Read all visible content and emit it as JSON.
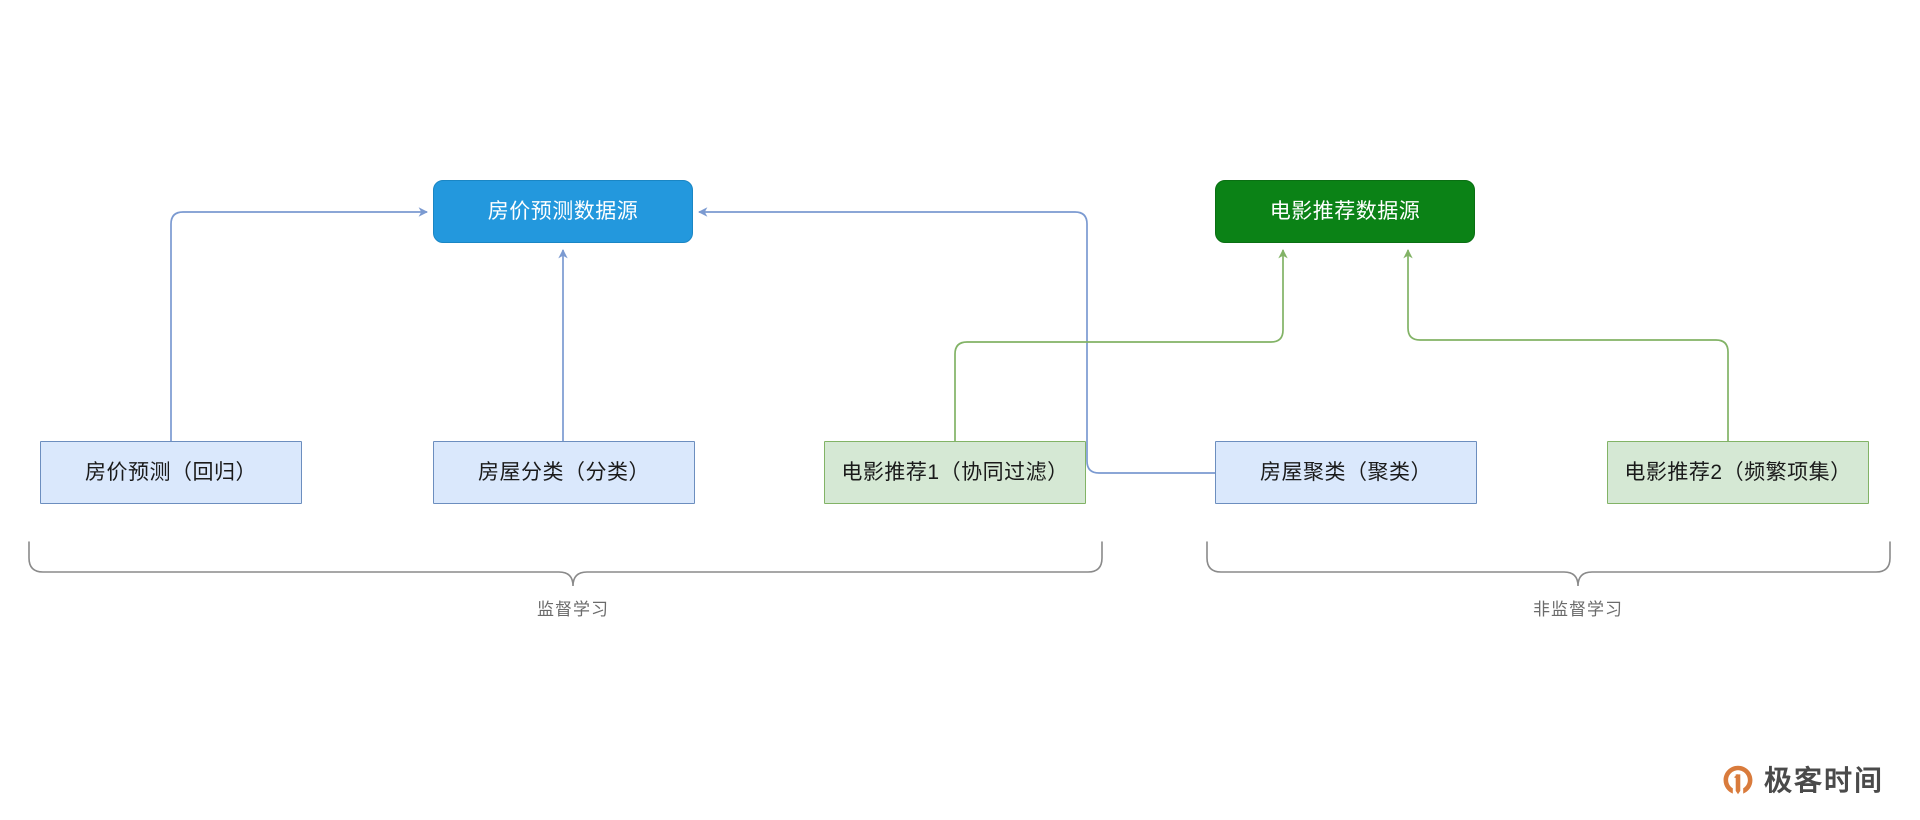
{
  "diagram": {
    "title_present": false,
    "colors": {
      "blue_fill": "#2398dd",
      "green_fill": "#0b8216",
      "light_blue_fill": "#dae8fc",
      "light_blue_border": "#6c8ebf",
      "light_green_fill": "#d5e8d4",
      "light_green_border": "#82b366",
      "blue_edge": "#7b9ad1",
      "green_edge": "#82b366",
      "bracket": "#8a8a8a",
      "bracket_label": "#6b6b6b",
      "logo_orange": "#d97b3c",
      "logo_text": "#4a4a4a"
    },
    "sources": [
      {
        "id": "house-price-source",
        "label": "房价预测数据源",
        "style": "blue"
      },
      {
        "id": "movie-rec-source",
        "label": "电影推荐数据源",
        "style": "green"
      }
    ],
    "tasks": [
      {
        "id": "house-price-regression",
        "label": "房价预测（回归）",
        "style": "lblue"
      },
      {
        "id": "house-classification",
        "label": "房屋分类（分类）",
        "style": "lblue"
      },
      {
        "id": "movie-rec-1",
        "label": "电影推荐1（协同过滤）",
        "style": "lgreen"
      },
      {
        "id": "house-clustering",
        "label": "房屋聚类（聚类）",
        "style": "lblue"
      },
      {
        "id": "movie-rec-2",
        "label": "电影推荐2（频繁项集）",
        "style": "lgreen"
      }
    ],
    "groups": [
      {
        "id": "supervised",
        "label": "监督学习"
      },
      {
        "id": "unsupervised",
        "label": "非监督学习"
      }
    ],
    "edges": [
      {
        "from": "房价预测（回归）",
        "to": "房价预测数据源",
        "color": "blue"
      },
      {
        "from": "房屋分类（分类）",
        "to": "房价预测数据源",
        "color": "blue"
      },
      {
        "from": "房屋聚类（聚类）",
        "to": "房价预测数据源",
        "color": "blue"
      },
      {
        "from": "电影推荐1（协同过滤）",
        "to": "电影推荐数据源",
        "color": "green"
      },
      {
        "from": "电影推荐2（频繁项集）",
        "to": "电影推荐数据源",
        "color": "green"
      }
    ]
  },
  "watermark": {
    "brand": "极客时间",
    "icon": "geek-time-logo-icon"
  }
}
